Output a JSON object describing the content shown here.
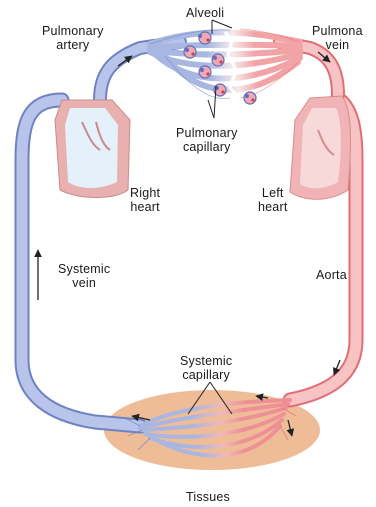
{
  "labels": {
    "alveoli": "Alveoli",
    "pulmonary_artery": [
      "Pulmonary",
      "artery"
    ],
    "pulmonary_vein": [
      "Pulmona",
      "vein"
    ],
    "pulmonary_capillary": [
      "Pulmonary",
      "capillary"
    ],
    "right_heart": [
      "Right",
      "heart"
    ],
    "left_heart": [
      "Left",
      "heart"
    ],
    "systemic_vein": [
      "Systemic",
      "vein"
    ],
    "aorta": "Aorta",
    "systemic_capillary": [
      "Systemic",
      "capillary"
    ],
    "tissues": "Tissues"
  },
  "colors": {
    "deoxygenated": "#9fb0dd",
    "oxygenated": "#f2a3a6",
    "vessel_blue_stroke": "#6f82c2",
    "vessel_red_stroke": "#e06e74",
    "right_heart_fill": "#e4f0fa",
    "left_heart_fill": "#f7d2d3",
    "heart_wall": "#e9b0b0",
    "tissue": "#efbc98",
    "arrow": "#222222"
  }
}
